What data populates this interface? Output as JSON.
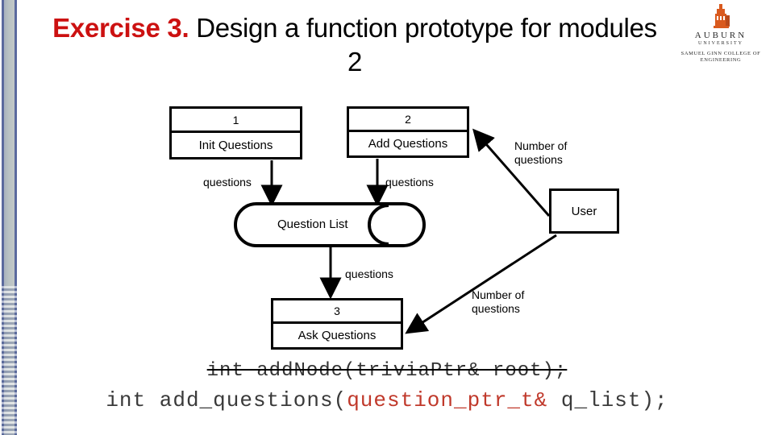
{
  "slide": {
    "title_highlight": "Exercise 3.",
    "title_rest": " Design a function prototype for modules 2",
    "accent_color": "#cc1111"
  },
  "logo": {
    "name": "auburn-university-logo",
    "word": "AUBURN",
    "sub1": "UNIVERSITY",
    "sub2": "SAMUEL GINN\nCOLLEGE OF ENGINEERING",
    "mark_color": "#d95a1e"
  },
  "diagram": {
    "processes": [
      {
        "num": "1",
        "name": "Init Questions"
      },
      {
        "num": "2",
        "name": "Add Questions"
      },
      {
        "num": "3",
        "name": "Ask Questions"
      }
    ],
    "datastore": {
      "label": "Question List"
    },
    "external_entity": {
      "label": "User"
    },
    "flows": [
      {
        "id": "f1",
        "label": "questions"
      },
      {
        "id": "f2",
        "label": "questions"
      },
      {
        "id": "f3",
        "label": "questions"
      },
      {
        "id": "f4",
        "label": "Number of\nquestions"
      },
      {
        "id": "f5",
        "label": "Number of\nquestions"
      }
    ]
  },
  "code": {
    "line1_struck": "int addNode(triviaPtr& root);",
    "line2_prefix": "int add_questions(",
    "line2_highlight": "question_ptr_t&",
    "line2_suffix": " q_list);",
    "highlight_color": "#c0392b"
  }
}
